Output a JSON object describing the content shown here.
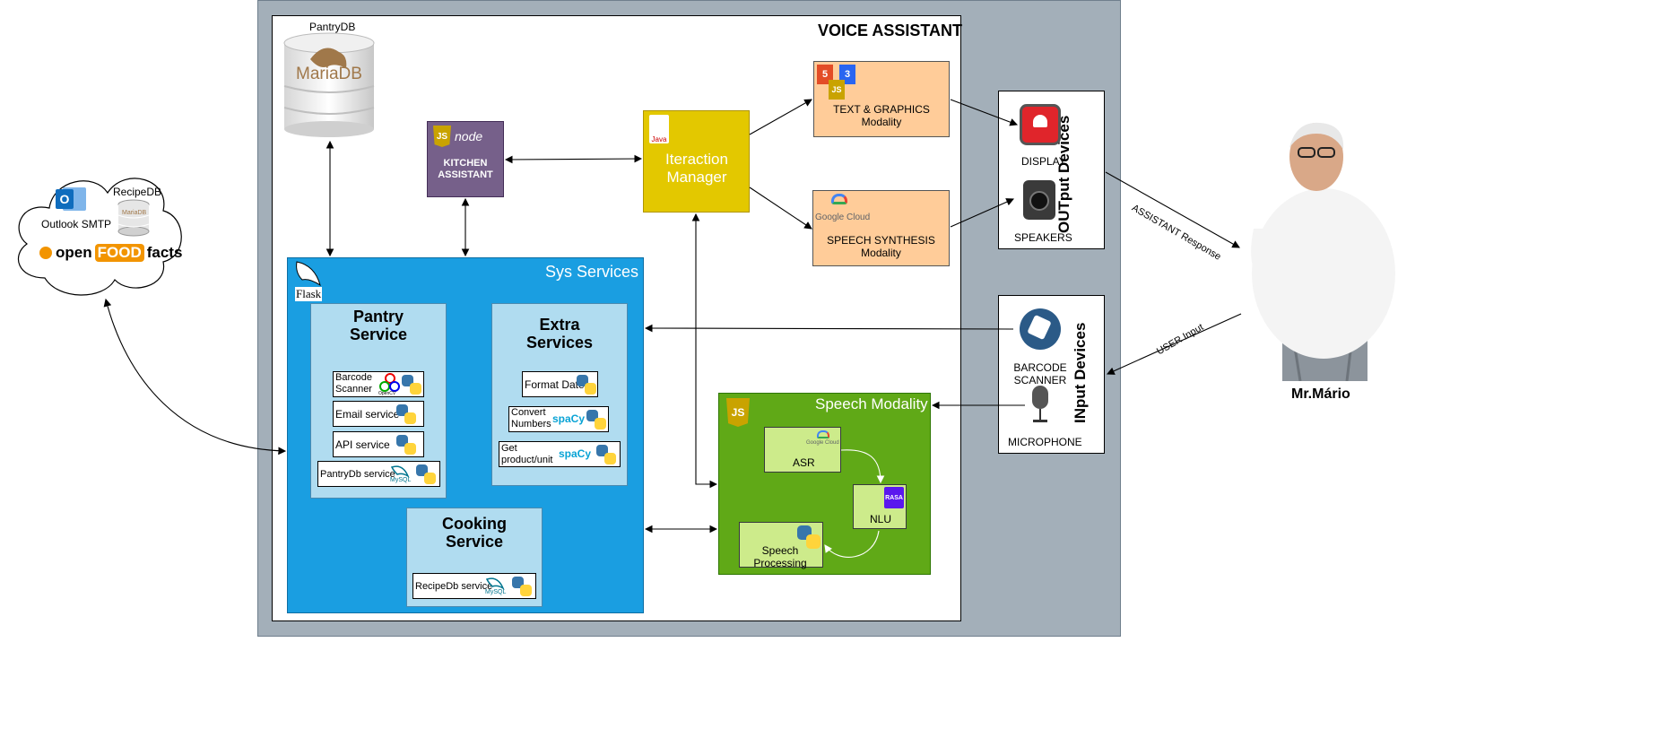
{
  "external": {
    "outlook_label": "Outlook SMTP",
    "recipedb_label": "RecipeDB",
    "mariadb_small_text": "MariaDB",
    "openfoodfacts": {
      "part1": "open",
      "part2": "FOOD",
      "part3": "facts"
    }
  },
  "voice_assistant": {
    "title": "VOICE ASSISTANT",
    "pantrydb_label": "PantryDB",
    "mariadb_logo_text": "MariaDB",
    "kitchen_assistant": {
      "label": "KITCHEN ASSISTANT",
      "node_logo": "node",
      "js_badge": "JS"
    },
    "interaction_manager": {
      "label": "Iteraction Manager",
      "java_logo": "Java"
    },
    "text_graphics": {
      "label": "TEXT & GRAPHICS",
      "sub": "Modality",
      "badge_html": "5",
      "badge_css": "3",
      "badge_js": "JS"
    },
    "speech_synthesis": {
      "label": "SPEECH SYNTHESIS",
      "sub": "Modality",
      "google_cloud": "Google Cloud"
    },
    "sys_services": {
      "title": "Sys Services",
      "flask_logo": "Flask",
      "pantry_service": {
        "title": "Pantry Service",
        "items": [
          "Barcode Scanner",
          "Email service",
          "API service",
          "PantryDb service"
        ],
        "opencv_label": "OpenCV",
        "mysql_label": "MySQL"
      },
      "extra_services": {
        "title": "Extra Services",
        "items": [
          "Format Date",
          "Convert Numbers",
          "Get product/unit"
        ],
        "spacy_label": "spaCy"
      },
      "cooking_service": {
        "title": "Cooking Service",
        "items": [
          "RecipeDb service"
        ],
        "mysql_label": "MySQL"
      }
    },
    "speech_modality": {
      "title": "Speech Modality",
      "js_badge": "JS",
      "asr": "ASR",
      "google_cloud": "Google Cloud",
      "nlu": "NLU",
      "rasa_logo": "RASA",
      "speech_processing": "Speech Processing"
    }
  },
  "output_devices": {
    "title": "OUTput Devices",
    "display": "DISPLAY",
    "speakers": "SPEAKERS"
  },
  "input_devices": {
    "title": "INput Devices",
    "barcode_scanner": "BARCODE SCANNER",
    "microphone": "MICROPHONE"
  },
  "user": {
    "name": "Mr.Mário",
    "assistant_response": "ASSISTANT Response",
    "user_input": "USER Input"
  },
  "colors": {
    "outer_panel": "#a3afb9",
    "sys_services_blue": "#1a9ee1",
    "inner_service_blue": "#b0dcf0",
    "kitchen_purple": "#76608a",
    "interaction_yellow": "#e3c800",
    "modality_orange": "#ffcc99",
    "speech_green": "#60a917",
    "speech_inner_green": "#cdeb8b"
  }
}
